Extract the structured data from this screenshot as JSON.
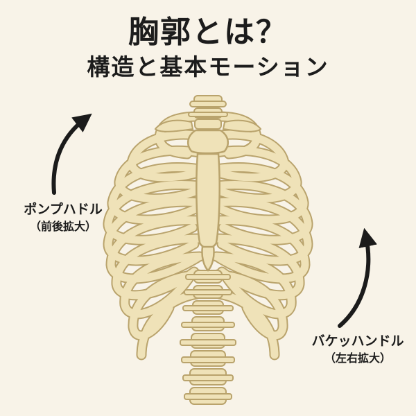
{
  "title": {
    "line1": "胸郭とは？",
    "line2": "構造と基本モーション"
  },
  "labels": {
    "pump": {
      "main": "ポンプハドル",
      "sub": "（前後拡大）"
    },
    "bucket": {
      "main": "バケッハンドル",
      "sub": "（左右拡大）"
    }
  },
  "colors": {
    "bone": "#efe2b8",
    "bone_outline": "#b9a36c",
    "arrow": "#1b1b1b",
    "background": "#f8f3e8"
  }
}
